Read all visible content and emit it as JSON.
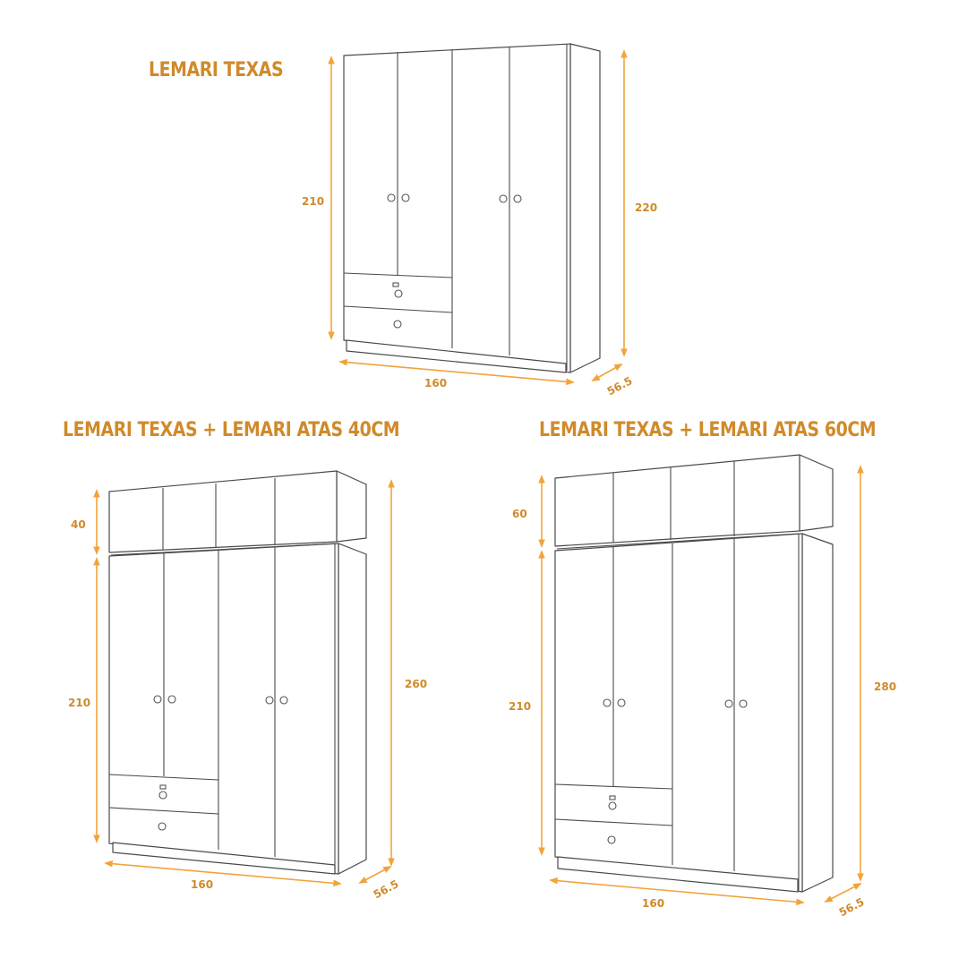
{
  "accent_color": "#d08a2a",
  "dimension_color": "#f2a33a",
  "products": [
    {
      "title": "LEMARI TEXAS",
      "dimensions": {
        "body_height": "210",
        "total_height": "220",
        "width": "160",
        "depth": "56.5"
      }
    },
    {
      "title": "LEMARI TEXAS + LEMARI ATAS 40CM",
      "dimensions": {
        "top_height": "40",
        "body_height": "210",
        "total_height": "260",
        "width": "160",
        "depth": "56.5"
      }
    },
    {
      "title": "LEMARI TEXAS + LEMARI ATAS 60CM",
      "dimensions": {
        "top_height": "60",
        "body_height": "210",
        "total_height": "280",
        "width": "160",
        "depth": "56.5"
      }
    }
  ]
}
